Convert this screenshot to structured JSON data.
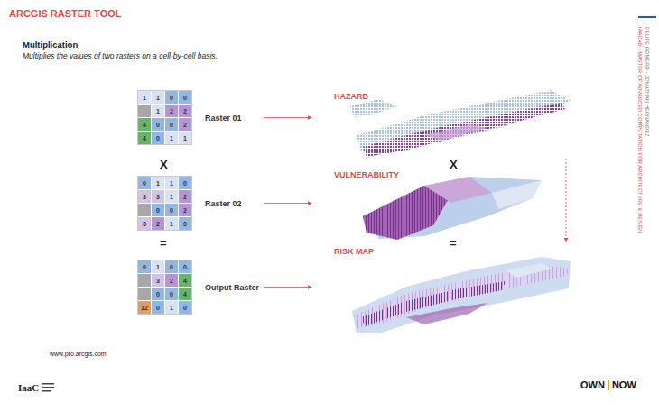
{
  "diagram": {
    "title": "ARCGIS RASTER TOOL",
    "nodes": [
      {
        "text": [
          "Raster 01"
        ]
      },
      {
        "text": [
          "Raster 02"
        ]
      },
      {
        "text": [
          "Output Raster"
        ]
      },
      {
        "text": [
          "HAZARD"
        ]
      },
      {
        "text": [
          "VULNERABILITY"
        ]
      },
      {
        "text": [
          "RISK MAP"
        ]
      }
    ],
    "edges": [
      {
        "from": 0,
        "to": 3,
        "arrow": "to"
      },
      {
        "from": 1,
        "to": 4,
        "arrow": "to"
      },
      {
        "from": 2,
        "to": 5,
        "arrow": "to"
      },
      {
        "from": 3,
        "to": 5,
        "arrow": "to"
      }
    ],
    "labels": [
      "Multiplication",
      "Multiplies the values of two rasters on a cell-by-cell basis.",
      "1",
      "1",
      "0",
      "0",
      "1",
      "2",
      "2",
      "4",
      "0",
      "0",
      "2",
      "4",
      "0",
      "1",
      "1",
      "0",
      "1",
      "1",
      "0",
      "3",
      "3",
      "1",
      "2",
      "0",
      "0",
      "2",
      "3",
      "2",
      "1",
      "0",
      "0",
      "1",
      "0",
      "0",
      "3",
      "2",
      "4",
      "0",
      "0",
      "4",
      "12",
      "0",
      "1",
      "0",
      "X",
      "X",
      "=",
      "=",
      "www.pro.arcgis.com",
      "IAACAD - MASTER OF ADVANCED COMPUTATION FOR ARCHITECTURE & DESIGN",
      "FELIPE ROMERO - JONATHAN HERNANDEZ",
      "IaaC",
      "OWN",
      "NOW"
    ]
  }
}
